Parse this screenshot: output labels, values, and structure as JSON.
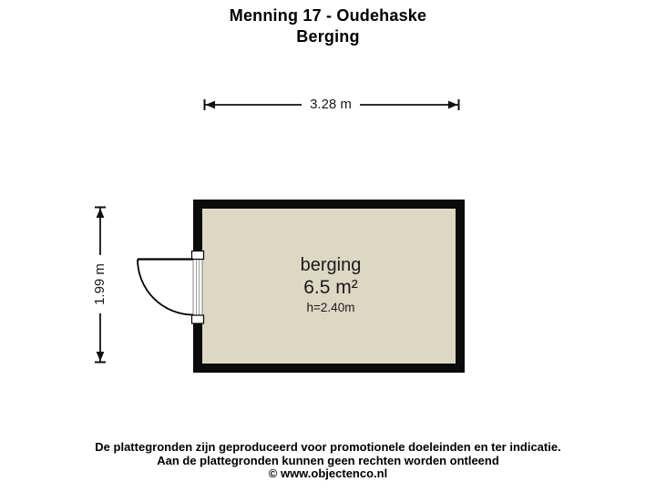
{
  "title": {
    "line1": "Menning 17 - Oudehaske",
    "line2": "Berging"
  },
  "dimensions": {
    "width_label": "3.28 m",
    "height_label": "1.99 m"
  },
  "room": {
    "name": "berging",
    "area": "6.5 m²",
    "ceiling_height": "h=2.40m"
  },
  "footer": {
    "line1": "De plattegronden zijn geproduceerd voor promotionele doeleinden en ter indicatie.",
    "line2": "Aan de plattegronden kunnen geen rechten worden ontleend",
    "line3": "© www.objectenco.nl"
  },
  "colors": {
    "background": "#ffffff",
    "wall": "#0b0b0b",
    "floor": "#ddd8c4",
    "dimension_line": "#111111",
    "label_background": "#ffffff"
  }
}
